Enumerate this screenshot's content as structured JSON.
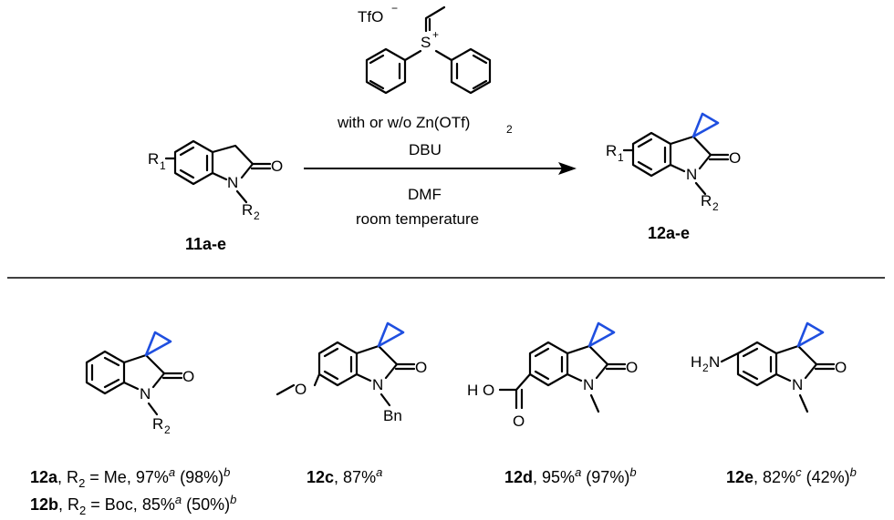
{
  "reagent": {
    "counterion": "TfO",
    "counterion_charge": "−",
    "sulfur": "S",
    "sulfur_charge": "+"
  },
  "conditions": {
    "line1": "with or w/o Zn(OTf)",
    "line1_sub": "2",
    "line2": "DBU",
    "line3": "DMF",
    "line4": "room temperature"
  },
  "scheme": {
    "sm": {
      "r1": "R",
      "r1_sub": "1",
      "n": "N",
      "o": "O",
      "r2": "R",
      "r2_sub": "2",
      "label": "11a-e"
    },
    "product": {
      "r1": "R",
      "r1_sub": "1",
      "n": "N",
      "o": "O",
      "r2": "R",
      "r2_sub": "2",
      "label": "12a-e"
    }
  },
  "structures": {
    "s12ab": {
      "n": "N",
      "o": "O",
      "r2": "R",
      "r2_sub": "2"
    },
    "s12c": {
      "n": "N",
      "o": "O",
      "bn": "Bn"
    },
    "s12d": {
      "n": "N",
      "o": "O",
      "ho": "H O",
      "o2": "O"
    },
    "s12e": {
      "n": "N",
      "o": "O",
      "h2n": "H",
      "h2n_sub": "2",
      "h2n_n": "N"
    }
  },
  "results": [
    {
      "id": "12a",
      "text": ", R",
      "sub": "2",
      "rest": " = Me, 97%",
      "sup1": "a",
      "mid": " (98%)",
      "sup2": "b"
    },
    {
      "id": "12b",
      "text": ", R",
      "sub": "2",
      "rest": " = Boc, 85%",
      "sup1": "a",
      "mid": " (50%)",
      "sup2": "b"
    },
    {
      "id": "12c",
      "text": ", 87%",
      "sup1": "a"
    },
    {
      "id": "12d",
      "text": ", 95%",
      "sup1": "a",
      "mid": " (97%)",
      "sup2": "b"
    },
    {
      "id": "12e",
      "text": ", 82%",
      "sup1": "c",
      "mid": " (42%)",
      "sup2": "b"
    }
  ],
  "colors": {
    "cyclopropane": "#1f4fe0",
    "bonds": "#000000"
  }
}
